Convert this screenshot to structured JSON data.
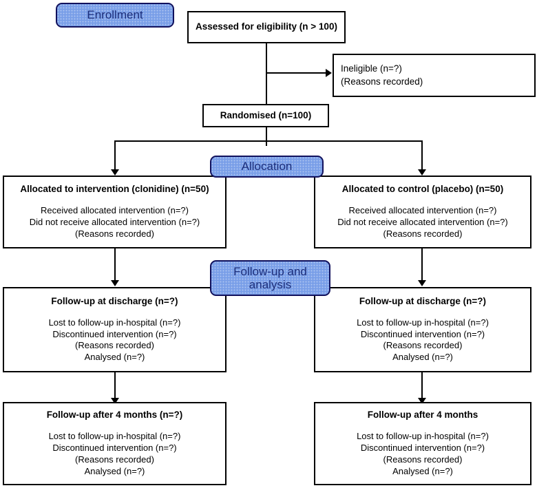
{
  "diagram": {
    "title": "CONSORT participant flow diagram",
    "colors": {
      "badge_fill": "#7a9fe8",
      "badge_border": "#11115c",
      "badge_text": "#1b2d7a",
      "box_border": "#000000",
      "box_fill": "#ffffff",
      "connector": "#000000"
    }
  },
  "stages": [
    {
      "id": "enrollment",
      "label": "Enrollment"
    },
    {
      "id": "allocation",
      "label": "Allocation"
    },
    {
      "id": "followup",
      "label": "Follow-up and analysis"
    }
  ],
  "nodes": {
    "eligibility": {
      "title": "Assessed for eligibility (n > 100)"
    },
    "ineligible": {
      "lines": [
        "Ineligible (n=?)",
        "(Reasons recorded)"
      ]
    },
    "randomised": {
      "title": "Randomised (n=100)"
    },
    "alloc_intervention": {
      "title": "Allocated to intervention (clonidine) (n=50)",
      "lines": [
        "Received allocated intervention (n=?)",
        "Did not receive allocated intervention (n=?)",
        "(Reasons recorded)"
      ]
    },
    "alloc_control": {
      "title": "Allocated to control (placebo) (n=50)",
      "lines": [
        "Received allocated intervention (n=?)",
        "Did not receive allocated intervention (n=?)",
        "(Reasons recorded)"
      ]
    },
    "discharge_left": {
      "title": "Follow-up at discharge (n=?)",
      "lines": [
        "Lost to follow-up in-hospital (n=?)",
        "Discontinued intervention (n=?)",
        "(Reasons recorded)",
        "Analysed (n=?)"
      ]
    },
    "discharge_right": {
      "title": "Follow-up at discharge (n=?)",
      "lines": [
        "Lost to follow-up in-hospital (n=?)",
        "Discontinued intervention (n=?)",
        "(Reasons recorded)",
        "Analysed (n=?)"
      ]
    },
    "months_left": {
      "title": "Follow-up after 4 months (n=?)",
      "lines": [
        "Lost to follow-up in-hospital (n=?)",
        "Discontinued intervention (n=?)",
        "(Reasons recorded)",
        "Analysed (n=?)"
      ]
    },
    "months_right": {
      "title": "Follow-up after 4 months",
      "lines": [
        "Lost to follow-up in-hospital (n=?)",
        "Discontinued intervention (n=?)",
        "(Reasons recorded)",
        "Analysed (n=?)"
      ]
    }
  }
}
